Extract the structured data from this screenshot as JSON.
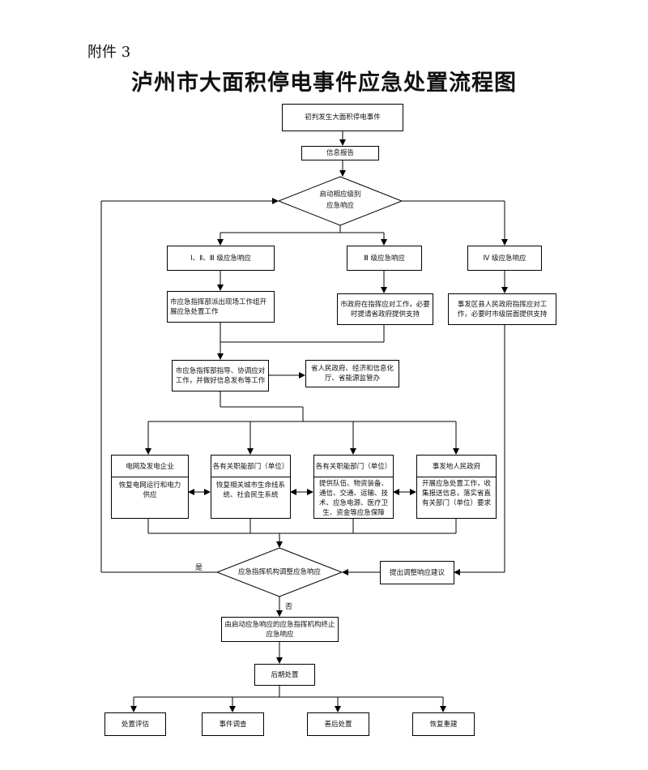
{
  "attachment": "附件 3",
  "title": "泸州市大面积停电事件应急处置流程图",
  "nodes": {
    "start": "初判发生大面积停电事件",
    "report": "信息报告",
    "decision1_line1": "启动相应级别",
    "decision1_line2": "应急响应",
    "level123": "Ⅰ、Ⅱ、Ⅲ 级应急响应",
    "level3": "Ⅲ 级应急响应",
    "level4": "Ⅳ 级应急响应",
    "city_dispatch": "市应急指挥部派出现场工作组开展应急处置工作",
    "city_gov": "市政府在指挥应对工作，必要时提请省政府提供支持",
    "county_gov": "事发区县人民政府指挥应对工作，必要时市级层面提供支持",
    "city_command": "市应急指挥部指导、协调应对工作，并做好信息发布等工作",
    "province": "省人民政府、经济和信息化厅、省能源监管办",
    "grid_title": "电网及发电企业",
    "grid_body": "恢复电网运行和电力供应",
    "dept1_title": "各有关职能部门（单位）",
    "dept1_body": "恢复相关城市生命线系统、社会民生系统",
    "dept2_title": "各有关职能部门（单位）",
    "dept2_body": "提供队伍、物资装备、通信、交通、运输、技术、应急电源、医疗卫生、资金等应急保障",
    "local_title": "事发地人民政府",
    "local_body": "开展应急处置工作，收集报送信息，落实省直有关部门（单位）要求",
    "decision2": "应急指挥机构调整应急响应",
    "adjust": "提出调整响应建议",
    "terminate": "由启动应急响应的应急指挥机构终止应急响应",
    "aftermath": "后期处置",
    "eval": "处置评估",
    "investigate": "事件调查",
    "recovery": "善后处置",
    "rebuild": "恢复重建"
  },
  "labels": {
    "yes": "是",
    "no": "否"
  }
}
